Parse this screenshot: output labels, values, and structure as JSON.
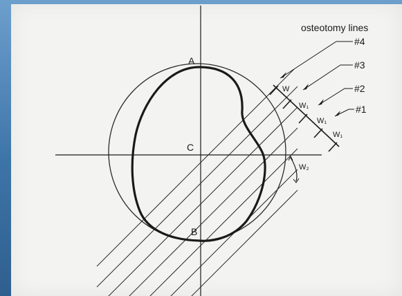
{
  "diagram": {
    "legend_title": "osteotomy lines",
    "line_labels": [
      "#4",
      "#3",
      "#2",
      "#1"
    ],
    "point_labels": {
      "a": "A",
      "b": "B",
      "c": "C"
    },
    "width_labels": {
      "w": "W",
      "w1": "W₁",
      "w2": "W₂"
    }
  }
}
